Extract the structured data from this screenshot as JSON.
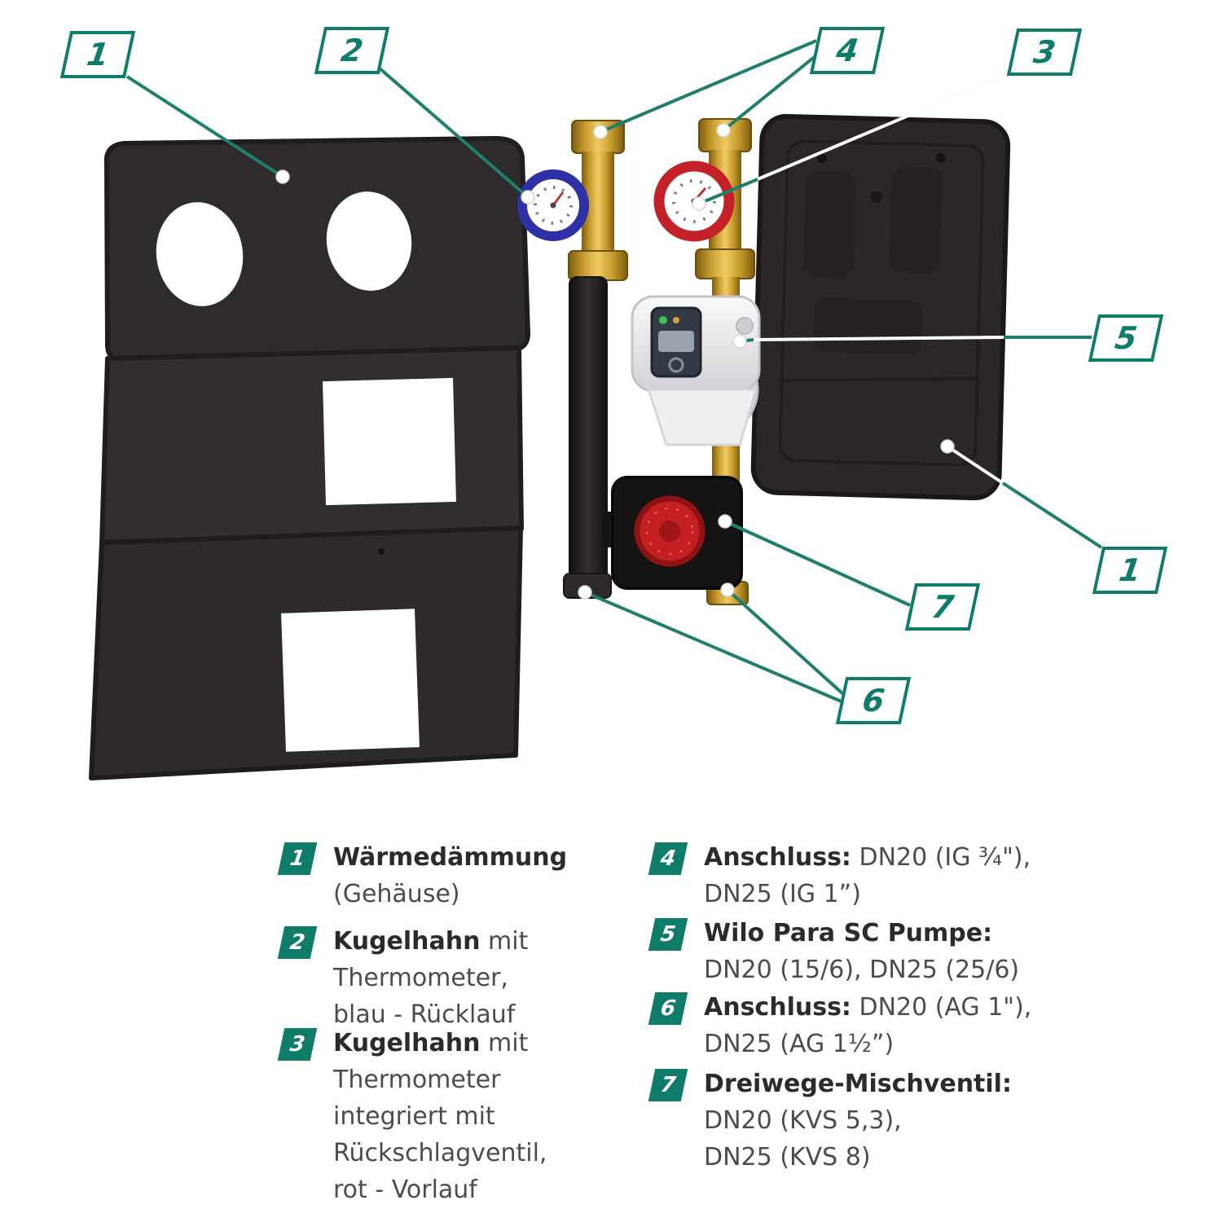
{
  "colors": {
    "accent": "#0e7c68",
    "ruecklauf_blue": "#2d31a5",
    "vorlauf_red": "#c32127",
    "brass": "#c79c2e"
  },
  "callouts": {
    "one_top": "1",
    "two": "2",
    "four": "4",
    "three": "3",
    "five": "5",
    "one_right": "1",
    "seven": "7",
    "six": "6"
  },
  "legend": {
    "left": [
      {
        "num": "1",
        "bold": "Wärmedämmung",
        "rest": "",
        "lines": [
          "(Gehäuse)"
        ]
      },
      {
        "num": "2",
        "bold": "Kugelhahn",
        "rest": " mit",
        "lines": [
          "Thermometer,",
          "blau - Rücklauf"
        ]
      },
      {
        "num": "3",
        "bold": "Kugelhahn",
        "rest": " mit",
        "lines": [
          "Thermometer",
          "integriert mit",
          "Rückschlagventil,",
          "rot - Vorlauf"
        ]
      }
    ],
    "right": [
      {
        "num": "4",
        "bold": "Anschluss:",
        "rest": " DN20 (IG ¾\"),",
        "lines": [
          "DN25 (IG 1”)"
        ]
      },
      {
        "num": "5",
        "bold": "Wilo Para SC Pumpe:",
        "rest": "",
        "lines": [
          "DN20 (15/6), DN25 (25/6)"
        ]
      },
      {
        "num": "6",
        "bold": "Anschluss:",
        "rest": " DN20 (AG 1\"),",
        "lines": [
          "DN25 (AG 1½”)"
        ]
      },
      {
        "num": "7",
        "bold": "Dreiwege-Mischventil:",
        "rest": "",
        "lines": [
          "DN20 (KVS 5,3),",
          "DN25 (KVS 8)"
        ]
      }
    ]
  }
}
